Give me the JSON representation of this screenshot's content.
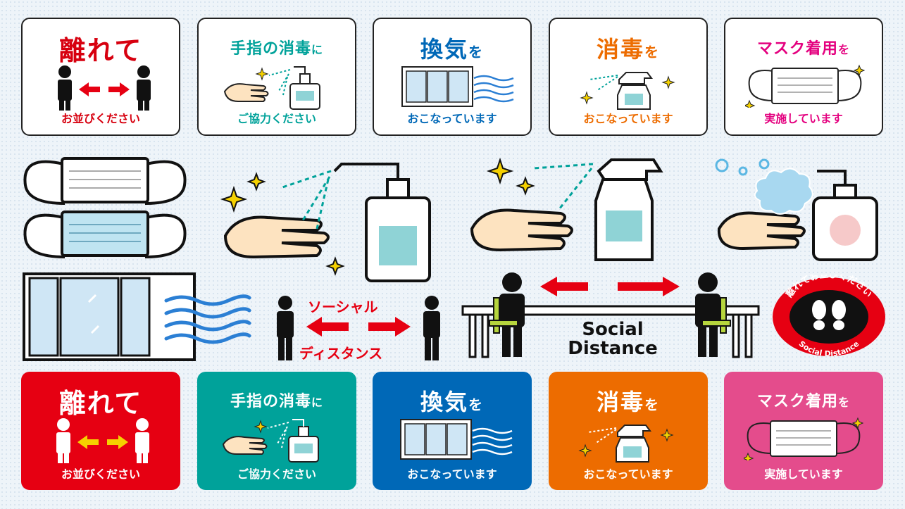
{
  "top_cards": [
    {
      "title": "離れて",
      "suffix": "",
      "sub": "お並びください",
      "title_color": "#d7000f",
      "sub_color": "#d7000f"
    },
    {
      "title": "手指の消毒",
      "suffix": "に",
      "sub": "ご協力ください",
      "title_color": "#00a29a",
      "sub_color": "#00a29a"
    },
    {
      "title": "換気",
      "suffix": "を",
      "sub": "おこなっています",
      "title_color": "#0068b7",
      "sub_color": "#0068b7"
    },
    {
      "title": "消毒",
      "suffix": "を",
      "sub": "おこなっています",
      "title_color": "#ed6c00",
      "sub_color": "#ed6c00"
    },
    {
      "title": "マスク着用",
      "suffix": "を",
      "sub": "実施しています",
      "title_color": "#e4007f",
      "sub_color": "#e4007f"
    }
  ],
  "bottom_cards": [
    {
      "title": "離れて",
      "suffix": "",
      "sub": "お並びください",
      "bg": "#e60012"
    },
    {
      "title": "手指の消毒",
      "suffix": "に",
      "sub": "ご協力ください",
      "bg": "#00a29a"
    },
    {
      "title": "換気",
      "suffix": "を",
      "sub": "おこなっています",
      "bg": "#0068b7"
    },
    {
      "title": "消毒",
      "suffix": "を",
      "sub": "おこなっています",
      "bg": "#ed6c00"
    },
    {
      "title": "マスク着用",
      "suffix": "を",
      "sub": "実施しています",
      "bg": "#e44c8c"
    }
  ],
  "center": {
    "social_distance_jp_top": "ソーシャル",
    "social_distance_jp_bottom": "ディスタンス",
    "social_distance_en_line1": "Social",
    "social_distance_en_line2": "Distance"
  },
  "badge": {
    "top_text": "離れてお並びください",
    "bottom_text": "Social Distance",
    "color": "#e60012"
  },
  "colors": {
    "red": "#e60012",
    "teal": "#00a29a",
    "blue": "#0068b7",
    "orange": "#ed6c00",
    "pink": "#e4007f",
    "yellow": "#f5d100",
    "wave": "#2b7fd4"
  }
}
